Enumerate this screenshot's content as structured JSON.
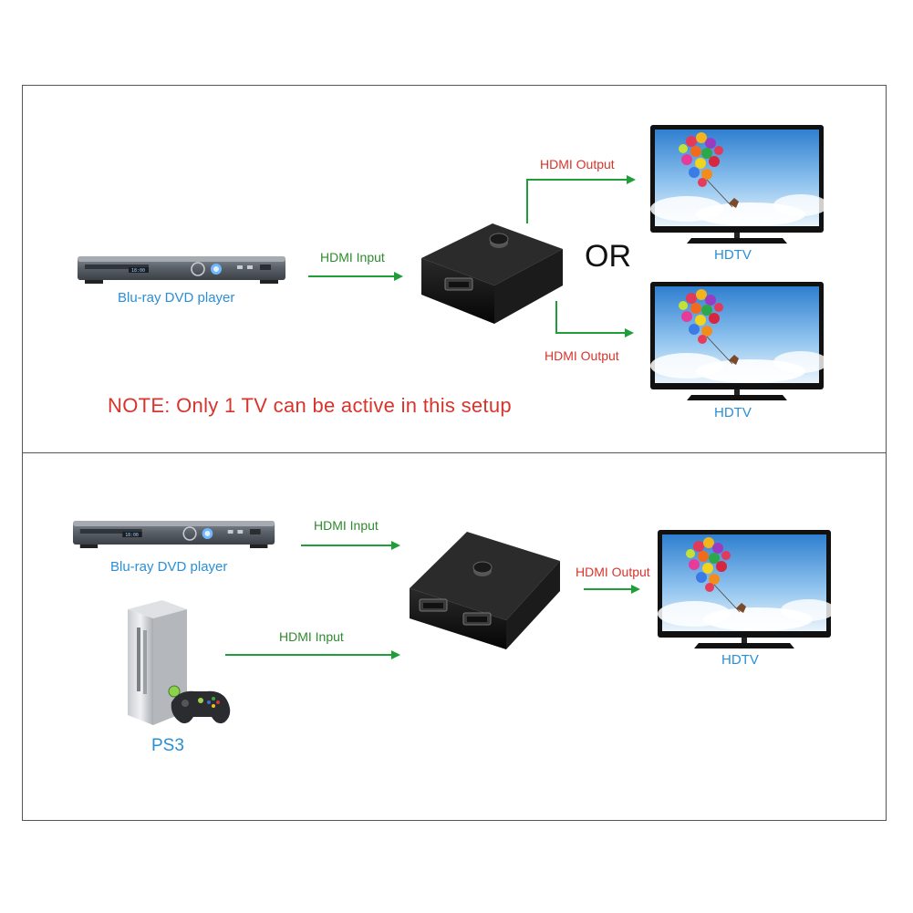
{
  "top": {
    "dvd_label": "Blu-ray DVD player",
    "input_label": "HDMI Input",
    "output1_label": "HDMI Output",
    "output2_label": "HDMI Output",
    "or_label": "OR",
    "tv1_label": "HDTV",
    "tv2_label": "HDTV",
    "note": "NOTE: Only 1 TV can be active in this setup"
  },
  "bottom": {
    "dvd_label": "Blu-ray DVD player",
    "input1_label": "HDMI Input",
    "input2_label": "HDMI Input",
    "output_label": "HDMI Output",
    "tv_label": "HDTV",
    "console_label": "PS3"
  },
  "colors": {
    "arrow": "#1f9e3a",
    "label_blue": "#2b8fd6",
    "label_red": "#d9342b",
    "label_green": "#2e8b2e"
  },
  "icons": {
    "dvd": "dvd-player-icon",
    "switch": "hdmi-switch-icon",
    "tv": "hdtv-icon",
    "console": "game-console-icon",
    "controller": "controller-icon"
  }
}
